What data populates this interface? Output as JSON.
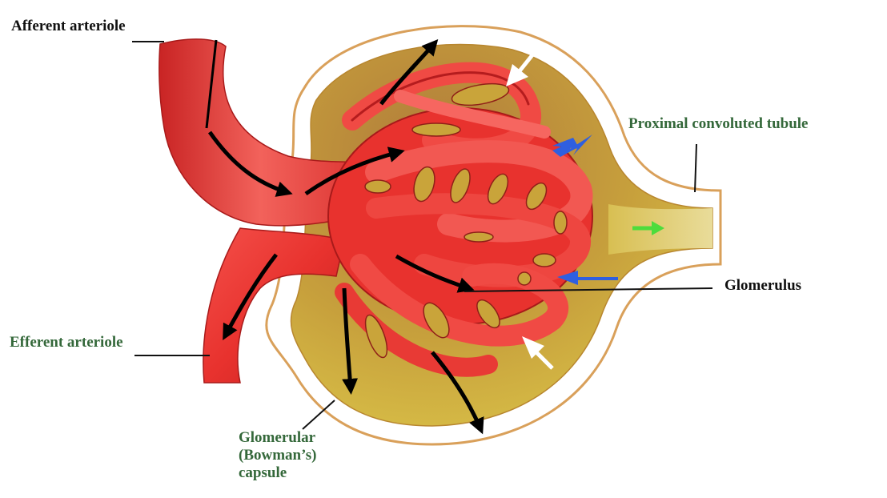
{
  "labels": {
    "afferent": "Afferent arteriole",
    "proximal": "Proximal convoluted tubule",
    "glomerulus": "Glomerulus",
    "efferent": "Efferent arteriole",
    "capsule": [
      "Glomerular",
      "(Bowman’s)",
      "capsule"
    ]
  },
  "colors": {
    "label_green": "#34683a",
    "label_black": "#111111",
    "vessel_red": "#e8322e",
    "vessel_dark": "#b51c1e",
    "capsule_space": "#c9a43a",
    "capsule_outline": "#d9a05a",
    "flow_arrow_black": "#000000",
    "flow_arrow_blue": "#2f5fe0",
    "flow_arrow_white": "#ffffff",
    "flow_arrow_green": "#4ddc3c"
  }
}
